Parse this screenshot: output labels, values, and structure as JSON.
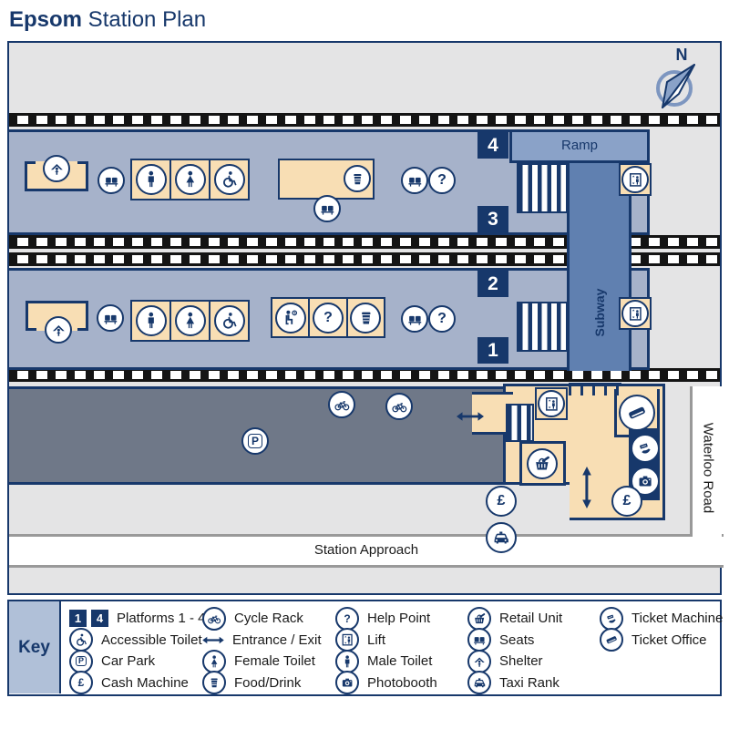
{
  "title": {
    "brand": "Epsom",
    "rest": " Station Plan"
  },
  "compass": {
    "north_label": "N"
  },
  "map": {
    "platform_labels": {
      "p4": "4",
      "p3": "3",
      "p2": "2",
      "p1": "1"
    },
    "ramp_label": "Ramp",
    "subway_label": "Subway",
    "station_approach_label": "Station Approach",
    "waterloo_road_label": "Waterloo Road"
  },
  "icons": {
    "help_glyph": "?",
    "car_park_glyph": "P",
    "cash_glyph": "£"
  },
  "key": {
    "title": "Key",
    "platforms_item": {
      "sq_first": "1",
      "sq_last": "4",
      "label": "Platforms 1 - 4"
    },
    "items": [
      {
        "icon": "accessible-toilet",
        "label": "Accessible Toilet"
      },
      {
        "icon": "car-park",
        "label": "Car Park"
      },
      {
        "icon": "cash-machine",
        "label": "Cash Machine"
      },
      {
        "icon": "cycle-rack",
        "label": "Cycle Rack"
      },
      {
        "icon": "entrance-exit",
        "label": "Entrance / Exit"
      },
      {
        "icon": "female-toilet",
        "label": "Female Toilet"
      },
      {
        "icon": "food-drink",
        "label": "Food/Drink"
      },
      {
        "icon": "help-point",
        "label": "Help Point"
      },
      {
        "icon": "lift",
        "label": "Lift"
      },
      {
        "icon": "male-toilet",
        "label": "Male Toilet"
      },
      {
        "icon": "photobooth",
        "label": "Photobooth"
      },
      {
        "icon": "retail-unit",
        "label": "Retail Unit"
      },
      {
        "icon": "seats",
        "label": "Seats"
      },
      {
        "icon": "shelter",
        "label": "Shelter"
      },
      {
        "icon": "taxi-rank",
        "label": "Taxi Rank"
      },
      {
        "icon": "ticket-machine",
        "label": "Ticket Machine"
      },
      {
        "icon": "ticket-office",
        "label": "Ticket Office"
      }
    ]
  },
  "colors": {
    "navy": "#17386b",
    "platform_blue": "#a6b2ca",
    "ramp_blue": "#8aa2c8",
    "subway_blue": "#6080b0",
    "cream": "#f8deb4",
    "car_park_grey": "#6f7888",
    "map_grey": "#e4e4e5",
    "key_label_blue": "#b0c0d8",
    "road_edge_grey": "#999999",
    "track_black": "#141414"
  }
}
